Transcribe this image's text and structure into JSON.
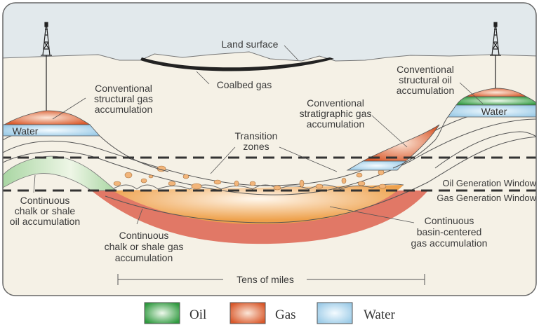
{
  "title": "Petroleum accumulation types cross-section",
  "labels": {
    "land_surface": "Land surface",
    "coalbed_gas": "Coalbed gas",
    "conv_struct_gas": [
      "Conventional",
      "structural gas",
      "accumulation"
    ],
    "conv_struct_oil": [
      "Conventional",
      "structural oil",
      "accumulation"
    ],
    "conv_strat_gas": [
      "Conventional",
      "stratigraphic gas",
      "accumulation"
    ],
    "transition_zones": [
      "Transition",
      "zones"
    ],
    "oil_window": "Oil Generation Window",
    "gas_window": "Gas Generation Window",
    "cont_chalk_oil": [
      "Continuous",
      "chalk or shale",
      "oil accumulation"
    ],
    "cont_chalk_gas": [
      "Continuous",
      "chalk or shale gas",
      "accumulation"
    ],
    "cont_basin_gas": [
      "Continuous",
      "basin-centered",
      "gas accumulation"
    ],
    "water_left": "Water",
    "water_right": "Water",
    "scale": "Tens of miles"
  },
  "legend": [
    {
      "label": "Oil",
      "color": "#3aa24a"
    },
    {
      "label": "Gas",
      "color": "#d9582a"
    },
    {
      "label": "Water",
      "color": "#a9d3ec"
    }
  ],
  "colors": {
    "sky": "#e2e9ec",
    "ground": "#f5f1e6",
    "gas": "#d9582a",
    "oil": "#3aa24a",
    "water": "#a9d3ec",
    "basin_gas": "#eea14c",
    "shale_gas": "#e17866",
    "shale_oil": "#9fd19c"
  }
}
